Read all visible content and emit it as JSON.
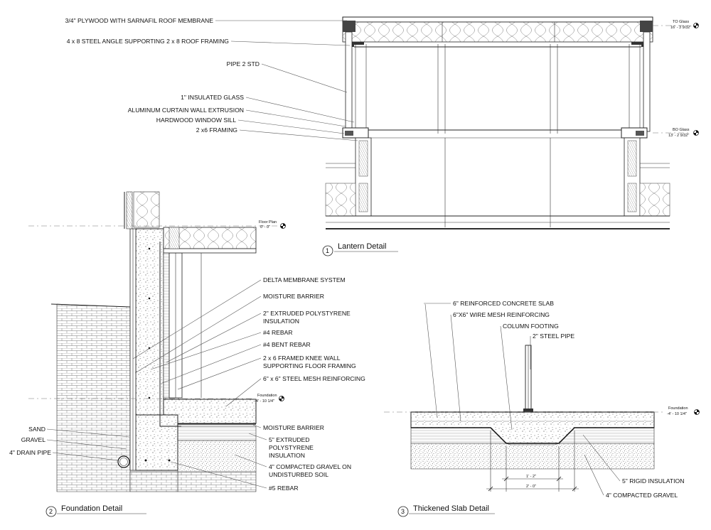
{
  "lantern": {
    "labels": [
      "3/4\" PLYWOOD WITH SARNAFIL ROOF MEMBRANE",
      "4 x 8 STEEL ANGLE SUPPORTING 2 x 8 ROOF FRAMING",
      "PIPE 2 STD",
      "1\" INSULATED GLASS",
      "ALUMINUM CURTAIN WALL EXTRUSION",
      "HARDWOOD WINDOW SILL",
      "2 x6 FRAMING"
    ],
    "elev_top": {
      "name": "TO Glass",
      "value": "16' - 3 9/32\""
    },
    "elev_bottom": {
      "name": "BO Glass",
      "value": "13' - 2 9/32\""
    },
    "title": {
      "number": "1",
      "text": "Lantern Detail"
    }
  },
  "foundation": {
    "right_labels": [
      "DELTA MEMBRANE SYSTEM",
      "MOISTURE BARRIER",
      "2\" EXTRUDED POLYSTYRENE",
      "INSULATION",
      "#4 REBAR",
      "#4 BENT REBAR",
      "2 x 6 FRAMED KNEE WALL",
      "SUPPORTING FLOOR FRAMING",
      "6\" x 6\" STEEL MESH REINFORCING",
      "MOISTURE BARRIER",
      "5\" EXTRUDED",
      "POLYSTYRENE",
      "INSULATION",
      "4\" COMPACTED GRAVEL ON",
      "UNDISTURBED SOIL",
      "#5 REBAR"
    ],
    "left_labels": [
      "SAND",
      "GRAVEL",
      "4\" DRAIN PIPE"
    ],
    "elev_floor": {
      "name": "Floor Plan",
      "value": "0' - 0\""
    },
    "elev_foundation": {
      "name": "Foundation",
      "value": "-4' - 10 1/4\""
    },
    "title": {
      "number": "2",
      "text": "Foundation Detail"
    }
  },
  "slab": {
    "labels": [
      "6\" REINFORCED CONCRETE SLAB",
      "6\"X6\" WIRE MESH REINFORCING",
      "COLUMN FOOTING",
      "2\" STEEL PIPE",
      "5\" RIGID INSULATION",
      "4\" COMPACTED GRAVEL"
    ],
    "elev": {
      "name": "Foundation",
      "value": "-4' - 10 1/4\""
    },
    "dims": [
      "1' - 2\"",
      "2' - 0\""
    ],
    "title": {
      "number": "3",
      "text": "Thickened Slab Detail"
    }
  }
}
